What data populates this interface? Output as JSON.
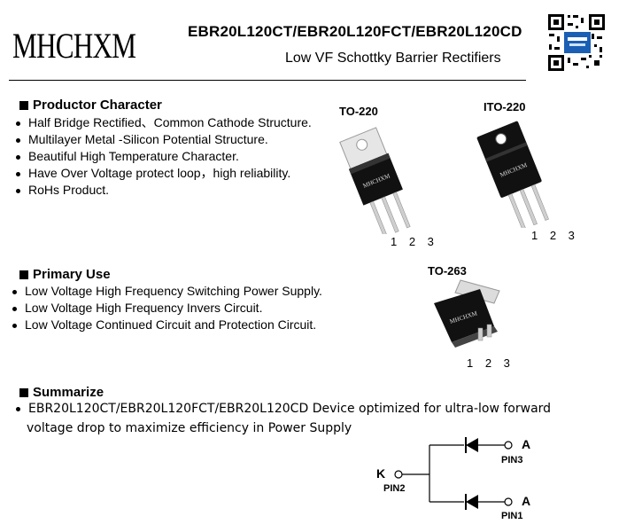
{
  "header": {
    "logo_text": "MHCHXM",
    "part_numbers": "EBR20L120CT/EBR20L120FCT/EBR20L120CD",
    "subtitle": "Low VF Schottky Barrier Rectifiers"
  },
  "productor_character": {
    "heading": "Productor Character",
    "items": [
      "Half Bridge Rectified、Common Cathode Structure.",
      "Multilayer Metal -Silicon Potential Structure.",
      "Beautiful High Temperature Character.",
      "Have Over Voltage protect loop，high  reliability.",
      "RoHs Product."
    ]
  },
  "primary_use": {
    "heading": "Primary Use",
    "items": [
      "Low Voltage High Frequency Switching Power Supply.",
      "Low Voltage High Frequency  Invers Circuit.",
      "Low Voltage Continued  Circuit and Protection Circuit."
    ]
  },
  "summarize": {
    "heading": "Summarize",
    "line1": "EBR20L120CT/EBR20L120FCT/EBR20L120CD Device optimized for ultra-low forward",
    "line2": "voltage drop to maximize efficiency in Power Supply"
  },
  "packages": {
    "to220": {
      "label": "TO-220",
      "pins": "1 2 3",
      "marking": "MHCHXM"
    },
    "ito220": {
      "label": "ITO-220",
      "pins": "1 2 3",
      "marking": "MHCHXM"
    },
    "to263": {
      "label": "TO-263",
      "pins": "1 2 3",
      "marking": "MHCHXM"
    }
  },
  "circuit": {
    "k_label": "K",
    "k_pin": "PIN2",
    "a_top_label": "A",
    "a_top_pin": "PIN3",
    "a_bottom_label": "A",
    "a_bottom_pin": "PIN1"
  },
  "colors": {
    "text": "#000000",
    "qr_badge": "#1a5fb4"
  },
  "icons": [
    "qr-code-icon",
    "diode-icon"
  ]
}
